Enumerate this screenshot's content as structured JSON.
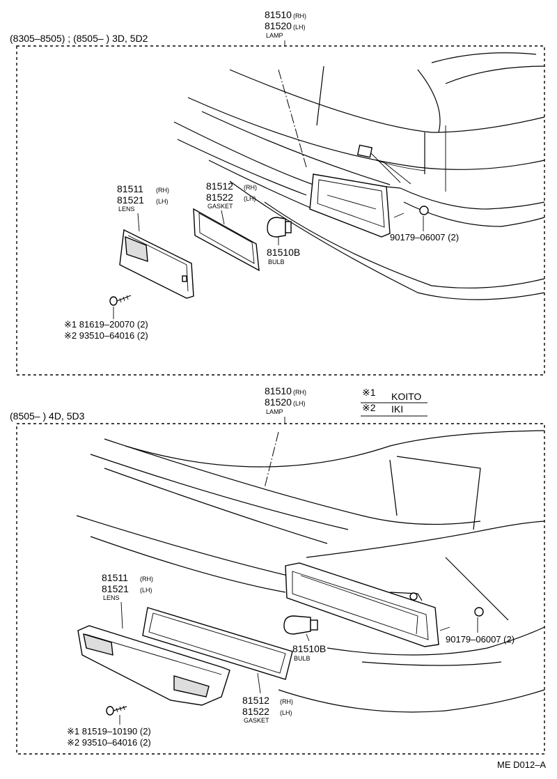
{
  "top_section": {
    "header": "(8305–8505) ; (8505–        ) 3D, 5D2",
    "lamp": {
      "rh": "81510",
      "rh_sfx": "(RH)",
      "lh": "81520",
      "lh_sfx": "(LH)",
      "name": "LAMP"
    },
    "lens": {
      "rh": "81511",
      "rh_sfx": "(RH)",
      "lh": "81521",
      "lh_sfx": "(LH)",
      "name": "LENS"
    },
    "gasket": {
      "rh": "81512",
      "rh_sfx": "(RH)",
      "lh": "81522",
      "lh_sfx": "(LH)",
      "name": "GASKET"
    },
    "bulb": {
      "part": "81510B",
      "name": "BULB"
    },
    "clip": "90179–06007 (2)",
    "screw1": "※1 81619–20070 (2)",
    "screw2": "※2 93510–64016 (2)"
  },
  "legend": {
    "mark1": "※1",
    "maker1": "KOITO",
    "mark2": "※2",
    "maker2": "IKI"
  },
  "bottom_section": {
    "header": "(8505–        ) 4D, 5D3",
    "lamp": {
      "rh": "81510",
      "rh_sfx": "(RH)",
      "lh": "81520",
      "lh_sfx": "(LH)",
      "name": "LAMP"
    },
    "lens": {
      "rh": "81511",
      "rh_sfx": "(RH)",
      "lh": "81521",
      "lh_sfx": "(LH)",
      "name": "LENS"
    },
    "gasket": {
      "rh": "81512",
      "rh_sfx": "(RH)",
      "lh": "81522",
      "lh_sfx": "(LH)",
      "name": "GASKET"
    },
    "bulb": {
      "part": "81510B",
      "name": "BULB"
    },
    "clip": "90179–06007 (2)",
    "screw1": "※1 81519–10190 (2)",
    "screw2": "※2 93510–64016 (2)"
  },
  "drawing_code": "ME D012–A"
}
